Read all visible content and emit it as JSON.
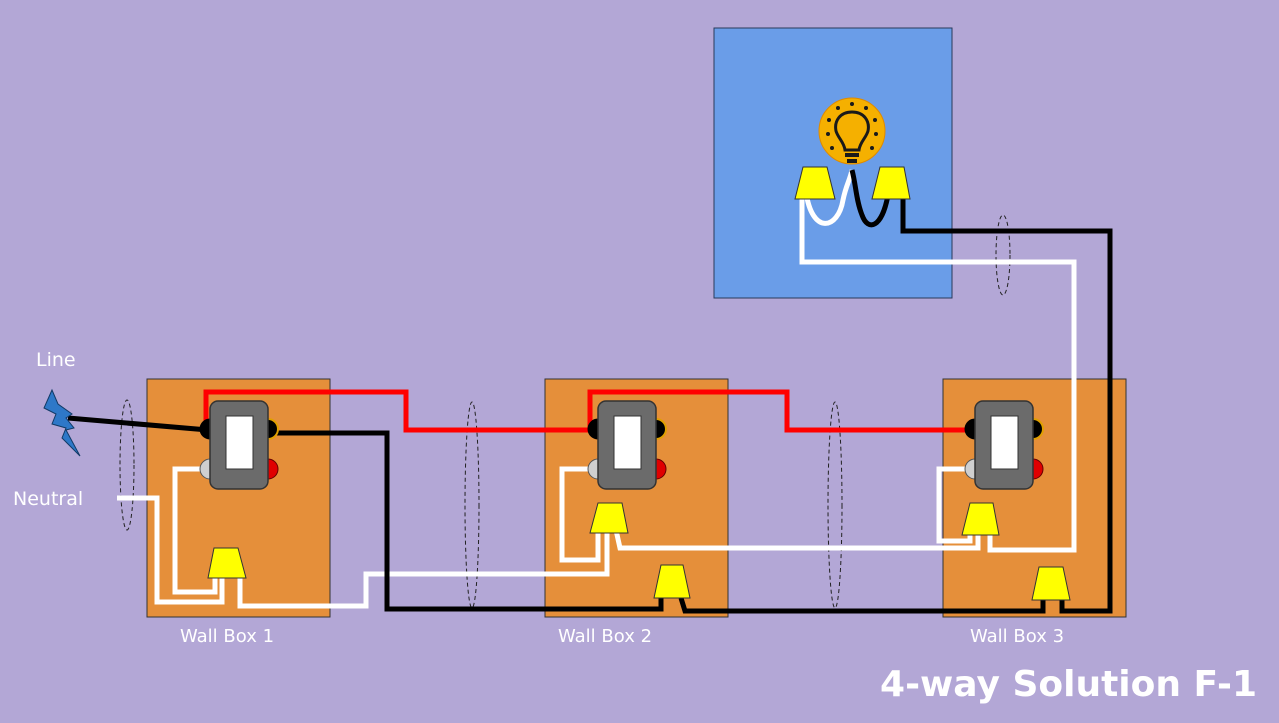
{
  "title": "4-way Solution F-1",
  "labels": {
    "line": "Line",
    "neutral": "Neutral"
  },
  "wall_boxes": [
    {
      "label": "Wall Box 1"
    },
    {
      "label": "Wall Box 2"
    },
    {
      "label": "Wall Box 3"
    }
  ],
  "colors": {
    "background": "#b3a7d6",
    "wall_box": "#e58f3a",
    "fixture_box": "#6a9de8",
    "hot_wire": "#000000",
    "traveler_wire": "#ff0000",
    "neutral_wire": "#ffffff",
    "wire_nut": "#ffff00",
    "switch_body": "#6b6b6b",
    "bulb": "#f5b000",
    "line_bolt": "#2e78c8"
  },
  "icons": {
    "line": "lightning-bolt-icon",
    "fixture": "lightbulb-icon"
  }
}
